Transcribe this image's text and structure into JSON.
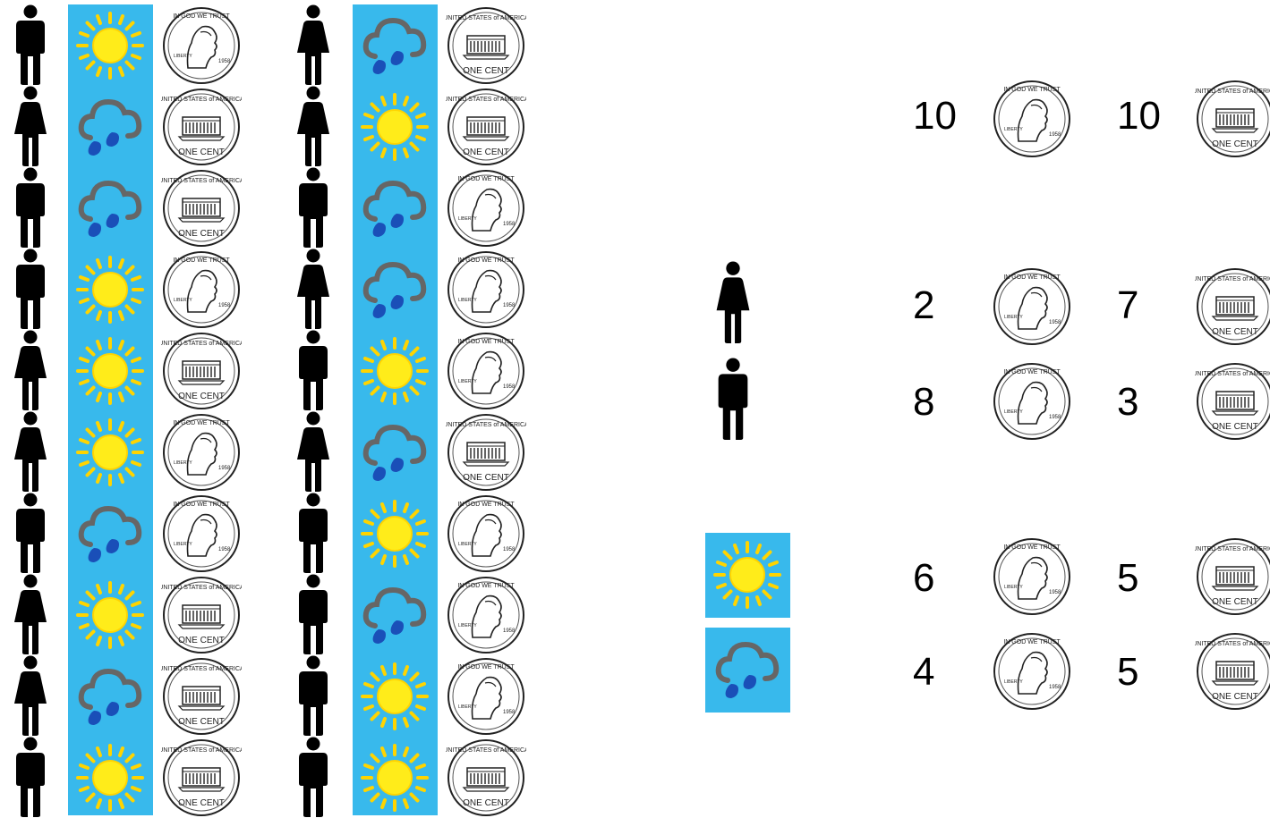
{
  "colors": {
    "panel": "#38b9ec",
    "sun": "#ffec1a",
    "sun_rays": "#ffd400",
    "cloud": "#666666",
    "rain": "#1a4fb8"
  },
  "columns": [
    {
      "rows": [
        {
          "person": "male-icon",
          "weather": "sun-icon",
          "coin": "penny-heads-icon"
        },
        {
          "person": "female-icon",
          "weather": "rain-icon",
          "coin": "penny-tails-icon"
        },
        {
          "person": "male-icon",
          "weather": "rain-icon",
          "coin": "penny-tails-icon"
        },
        {
          "person": "male-icon",
          "weather": "sun-icon",
          "coin": "penny-heads-icon"
        },
        {
          "person": "female-icon",
          "weather": "sun-icon",
          "coin": "penny-tails-icon"
        },
        {
          "person": "female-icon",
          "weather": "sun-icon",
          "coin": "penny-heads-icon"
        },
        {
          "person": "male-icon",
          "weather": "rain-icon",
          "coin": "penny-heads-icon"
        },
        {
          "person": "female-icon",
          "weather": "sun-icon",
          "coin": "penny-tails-icon"
        },
        {
          "person": "female-icon",
          "weather": "rain-icon",
          "coin": "penny-tails-icon"
        },
        {
          "person": "male-icon",
          "weather": "sun-icon",
          "coin": "penny-tails-icon"
        }
      ]
    },
    {
      "rows": [
        {
          "person": "female-icon",
          "weather": "rain-icon",
          "coin": "penny-tails-icon"
        },
        {
          "person": "female-icon",
          "weather": "sun-icon",
          "coin": "penny-tails-icon"
        },
        {
          "person": "male-icon",
          "weather": "rain-icon",
          "coin": "penny-heads-icon"
        },
        {
          "person": "female-icon",
          "weather": "rain-icon",
          "coin": "penny-heads-icon"
        },
        {
          "person": "male-icon",
          "weather": "sun-icon",
          "coin": "penny-heads-icon"
        },
        {
          "person": "female-icon",
          "weather": "rain-icon",
          "coin": "penny-tails-icon"
        },
        {
          "person": "male-icon",
          "weather": "sun-icon",
          "coin": "penny-heads-icon"
        },
        {
          "person": "male-icon",
          "weather": "rain-icon",
          "coin": "penny-heads-icon"
        },
        {
          "person": "male-icon",
          "weather": "sun-icon",
          "coin": "penny-heads-icon"
        },
        {
          "person": "male-icon",
          "weather": "sun-icon",
          "coin": "penny-tails-icon"
        }
      ]
    }
  ],
  "summary": {
    "totals": {
      "heads": "10",
      "tails": "10"
    },
    "by_person": [
      {
        "icon": "female-icon",
        "heads": "2",
        "tails": "7"
      },
      {
        "icon": "male-icon",
        "heads": "8",
        "tails": "3"
      }
    ],
    "by_weather": [
      {
        "icon": "sun-icon",
        "heads": "6",
        "tails": "5"
      },
      {
        "icon": "rain-icon",
        "heads": "4",
        "tails": "5"
      }
    ]
  }
}
